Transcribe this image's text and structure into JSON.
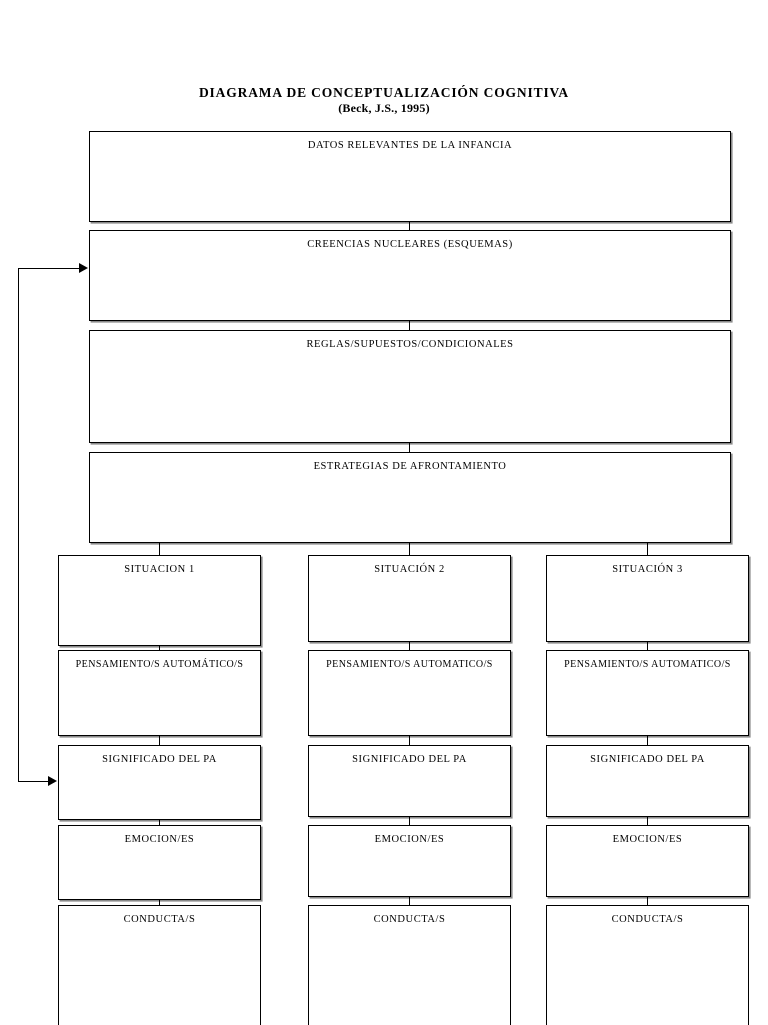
{
  "title": {
    "main": "DIAGRAMA DE CONCEPTUALIZACIÓN COGNITIVA",
    "sub": "(Beck, J.S., 1995)"
  },
  "stack": [
    {
      "label": "DATOS RELEVANTES DE LA INFANCIA"
    },
    {
      "label": "CREENCIAS NUCLEARES (ESQUEMAS)"
    },
    {
      "label": "REGLAS/SUPUESTOS/CONDICIONALES"
    },
    {
      "label": "ESTRATEGIAS DE AFRONTAMIENTO"
    }
  ],
  "columns": [
    {
      "situacion": "SITUACION 1",
      "pensamiento": "PENSAMIENTO/S AUTOMÁTICO/S",
      "significado": "SIGNIFICADO DEL PA",
      "emocion": "EMOCION/ES",
      "conducta": "CONDUCTA/S"
    },
    {
      "situacion": "SITUACIÓN 2",
      "pensamiento": "PENSAMIENTO/S AUTOMATICO/S",
      "significado": "SIGNIFICADO DEL PA",
      "emocion": "EMOCION/ES",
      "conducta": "CONDUCTA/S"
    },
    {
      "situacion": "SITUACIÓN 3",
      "pensamiento": "PENSAMIENTO/S AUTOMATICO/S",
      "significado": "SIGNIFICADO DEL PA",
      "emocion": "EMOCION/ES",
      "conducta": "CONDUCTA/S"
    }
  ],
  "colors": {
    "stroke": "#000000",
    "shadow": "#8a8a8a",
    "background": "#ffffff"
  }
}
